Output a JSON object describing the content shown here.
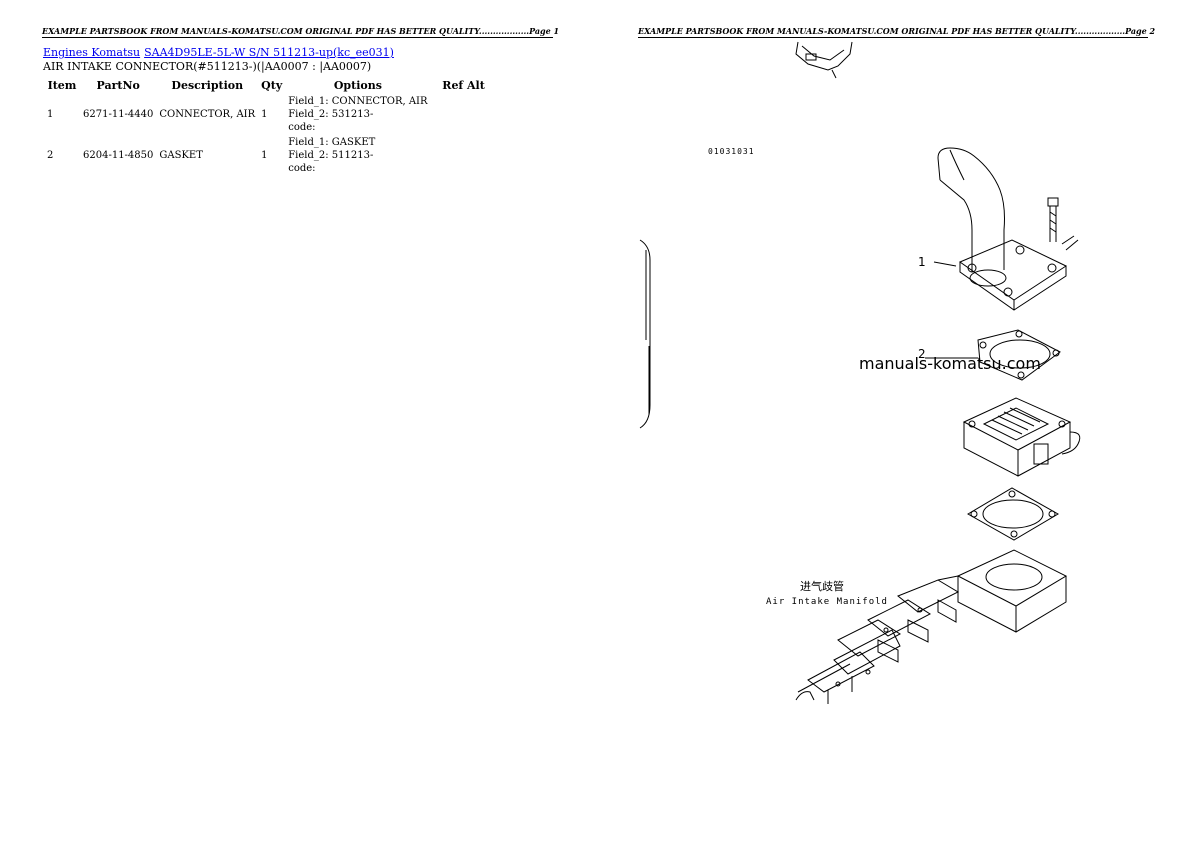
{
  "header_left": "EXAMPLE PARTSBOOK FROM MANUALS-KOMATSU.COM ORIGINAL PDF HAS BETTER QUALITY..................Page 1",
  "header_right": "EXAMPLE PARTSBOOK FROM MANUALS-KOMATSU.COM ORIGINAL PDF HAS BETTER QUALITY..................Page 2",
  "breadcrumb": {
    "link1": "Engines Komatsu",
    "link2": "SAA4D95LE-5L-W S/N 511213-up(kc_ee031)"
  },
  "page_title": "AIR INTAKE CONNECTOR(#511213-)(|AA0007 : |AA0007)",
  "table": {
    "headers": {
      "item": "Item",
      "partno": "PartNo",
      "description": "Description",
      "qty": "Qty",
      "options": "Options",
      "refalt": "Ref Alt"
    },
    "rows": [
      {
        "item": "1",
        "partno": "6271-11-4440",
        "description": "CONNECTOR, AIR",
        "qty": "1",
        "opt1": "Field_1: CONNECTOR, AIR",
        "opt2": "Field_2: 531213-",
        "opt3": "code:"
      },
      {
        "item": "2",
        "partno": "6204-11-4850",
        "description": "GASKET",
        "qty": "1",
        "opt1": "Field_1: GASKET",
        "opt2": "Field_2: 511213-",
        "opt3": "code:"
      }
    ]
  },
  "drawing": {
    "code": "01031031",
    "callout_1": "1",
    "callout_2": "2",
    "watermark": "manuals-komatsu.com",
    "label_cn": "进气歧管",
    "label_en": "Air Intake Manifold"
  }
}
